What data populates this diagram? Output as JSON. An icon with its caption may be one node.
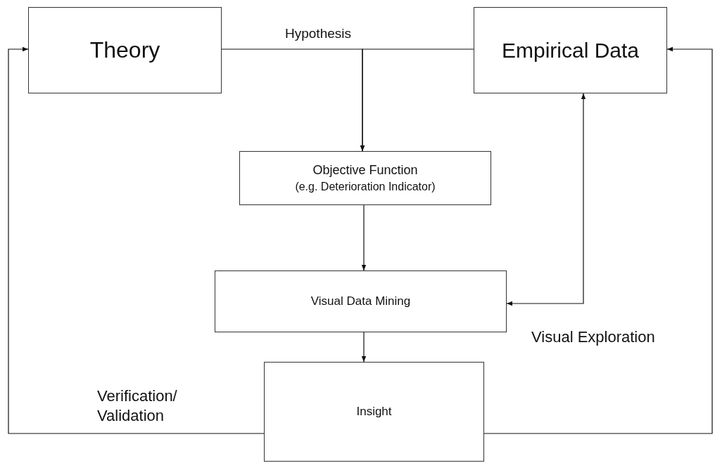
{
  "diagram": {
    "nodes": [
      {
        "text": [
          "Theory"
        ]
      },
      {
        "text": [
          "Empirical Data"
        ]
      },
      {
        "text": [
          "Objective Function",
          "(e.g. Deterioration Indicator)"
        ]
      },
      {
        "text": [
          "Visual Data Mining"
        ]
      },
      {
        "text": [
          "Insight"
        ]
      }
    ],
    "edges": [
      {
        "from": 0,
        "to": 2,
        "arrow": "to"
      },
      {
        "from": 1,
        "to": 2,
        "arrow": "to"
      },
      {
        "from": 2,
        "to": 3,
        "arrow": "to"
      },
      {
        "from": 1,
        "to": 3,
        "arrow": "both",
        "label": "Visual Exploration"
      },
      {
        "from": 4,
        "to": 0,
        "arrow": "to",
        "label": "Verification/ Validation"
      },
      {
        "from": 4,
        "to": 1,
        "arrow": "to"
      },
      {
        "from": 3,
        "to": 4,
        "arrow": "to"
      }
    ],
    "labels": [
      "Hypothesis"
    ]
  }
}
